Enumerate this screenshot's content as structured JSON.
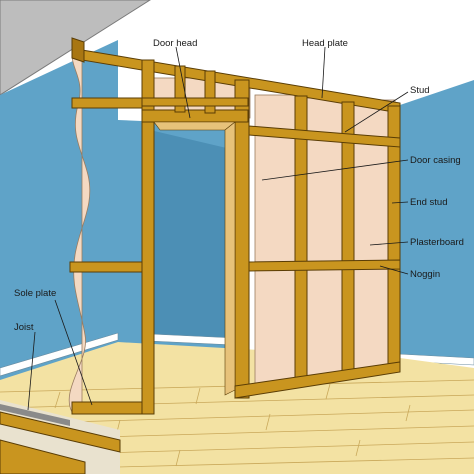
{
  "labels": {
    "door_head": "Door head",
    "head_plate": "Head plate",
    "stud": "Stud",
    "door_casing": "Door casing",
    "end_stud": "End stud",
    "plasterboard": "Plasterboard",
    "noggin": "Noggin",
    "sole_plate": "Sole plate",
    "joist": "Joist"
  },
  "colors": {
    "wall": "#5fa3c8",
    "wall_shade": "#4c8fb5",
    "floor": "#f3e2a3",
    "floor_lines": "#c9a85a",
    "timber": "#c9951f",
    "plasterboard": "#f4d9c2",
    "ceiling": "#bdbdbd",
    "skirting": "#ffffff"
  }
}
